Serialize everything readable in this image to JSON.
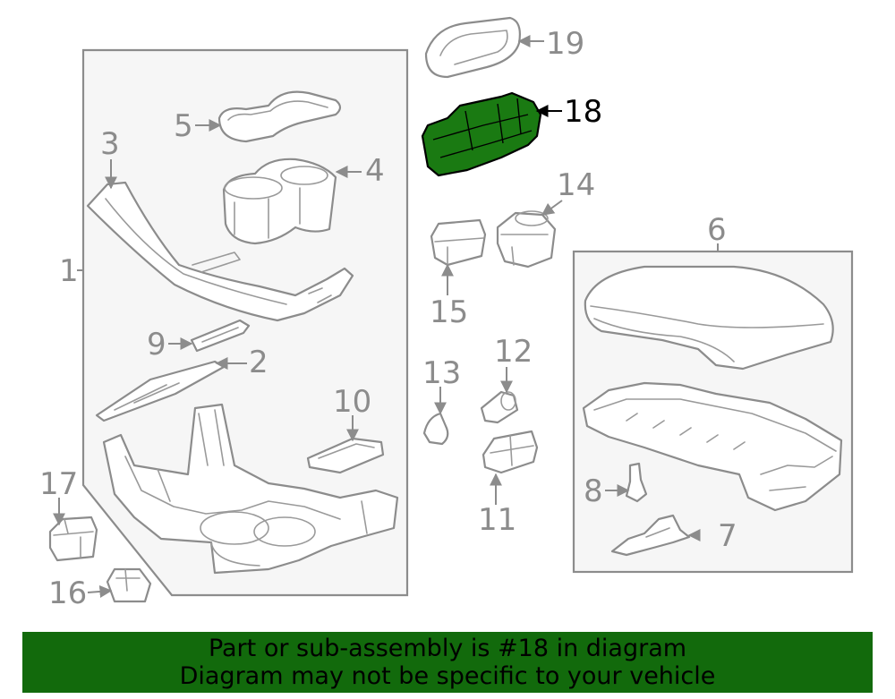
{
  "diagram": {
    "callouts": {
      "c1": "1",
      "c2": "2",
      "c3": "3",
      "c4": "4",
      "c5": "5",
      "c6": "6",
      "c7": "7",
      "c8": "8",
      "c9": "9",
      "c10": "10",
      "c11": "11",
      "c12": "12",
      "c13": "13",
      "c14": "14",
      "c15": "15",
      "c16": "16",
      "c17": "17",
      "c18": "18",
      "c19": "19"
    },
    "highlighted_part": "18",
    "colors": {
      "highlight_fill": "#1a7a12",
      "line": "#8c8c8c",
      "banner": "#126a0c"
    }
  },
  "banner": {
    "line1": "Part or sub-assembly is #18 in diagram",
    "line2": "Diagram may not be specific to your vehicle"
  }
}
